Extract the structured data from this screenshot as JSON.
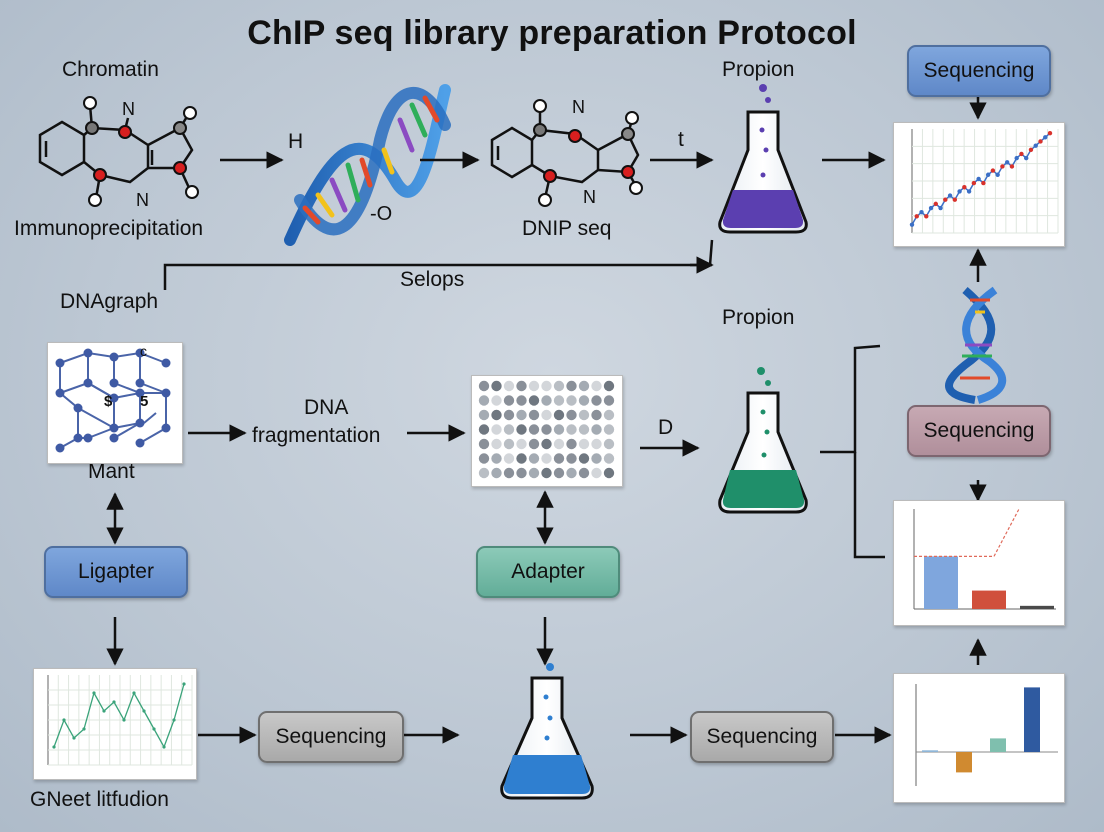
{
  "title": "ChIP seq library preparation Protocol",
  "labels": {
    "chromatin": "Chromatin",
    "immuno": "Immunoprecipitation",
    "h": "H",
    "o": "-O",
    "dnip": "DNIP seq",
    "t": "t",
    "propion_top": "Propion",
    "selops": "Selops",
    "dnagraph": "DNAgraph",
    "propion_mid": "Propion",
    "dna_frag_1": "DNA",
    "dna_frag_2": "fragmentation",
    "d": "D",
    "mant": "Mant",
    "grid_c": "c",
    "grid_s1": "$",
    "grid_s2": "5",
    "bottom_left": "GNeet litfudion"
  },
  "boxes": {
    "sequencing_top": "Sequencing",
    "sequencing_mid": "Sequencing",
    "ligapter": "Ligapter",
    "adapter": "Adapter",
    "sequencing_bottom_left": "Sequencing",
    "sequencing_bottom_right": "Sequencing"
  },
  "colors": {
    "flask_purple": "#5b3fb0",
    "flask_green": "#1f8f6a",
    "flask_blue": "#2f7fd0",
    "box_blue": "#6d94d2",
    "box_mauve": "#b8979f",
    "box_teal": "#74b9a6",
    "box_gray": "#b5b5b5"
  },
  "chart_data": [
    {
      "type": "line",
      "x": [
        1,
        2,
        3,
        4,
        5,
        6,
        7,
        8,
        9,
        10,
        11,
        12,
        13,
        14,
        15,
        16,
        17,
        18,
        19,
        20,
        21,
        22,
        23,
        24,
        25,
        26,
        27,
        28,
        29,
        30
      ],
      "series": [
        {
          "values": [
            1,
            2,
            2.5,
            2,
            3,
            3.5,
            3,
            4,
            4.5,
            4,
            5,
            5.5,
            5,
            6,
            6.5,
            6,
            7,
            7.5,
            7,
            8,
            8.5,
            8,
            9,
            9.5,
            9,
            10,
            10.5,
            11,
            11.5,
            12
          ]
        }
      ]
    },
    {
      "type": "bar",
      "categories": [
        "",
        "",
        ""
      ],
      "values": [
        1,
        0.35,
        0.06
      ]
    },
    {
      "type": "line",
      "x": [
        1,
        2,
        3,
        4,
        5,
        6,
        7,
        8,
        9,
        10,
        11,
        12,
        13,
        14
      ],
      "series": [
        {
          "values": [
            2,
            5,
            3,
            4,
            8,
            6,
            7,
            5,
            8,
            6,
            4,
            2,
            5,
            9
          ]
        }
      ]
    },
    {
      "type": "bar",
      "categories": [
        "",
        "",
        "",
        ""
      ],
      "values": [
        0.05,
        -0.6,
        0.4,
        1.9
      ]
    }
  ]
}
